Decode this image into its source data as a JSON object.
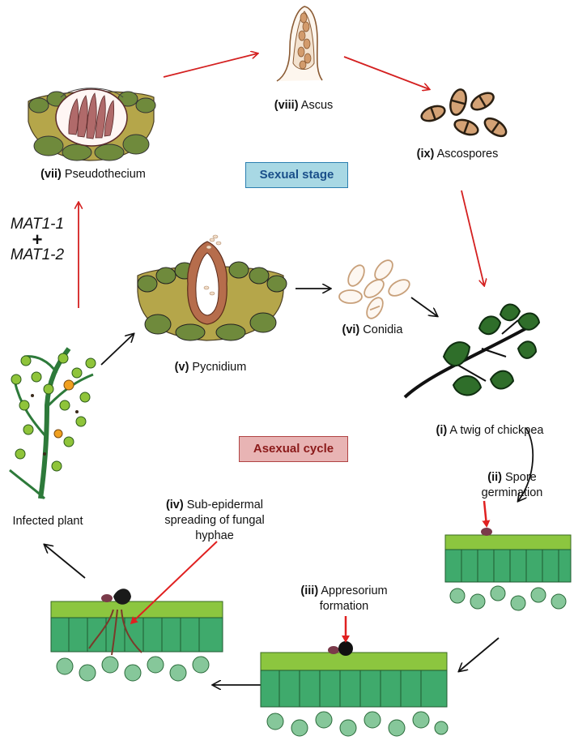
{
  "stages": {
    "sexual": {
      "label": "Sexual stage",
      "fill": "#a8d8e4",
      "stroke": "#2b7fb0",
      "color": "#1a4f8a"
    },
    "asexual": {
      "label": "Asexual cycle",
      "fill": "#e8b4b4",
      "stroke": "#b04444",
      "color": "#8b1a1a"
    }
  },
  "mating": {
    "gene1": "MAT1-1",
    "plus": "+",
    "gene2": "MAT1-2"
  },
  "labels": {
    "i": {
      "num": "(i)",
      "text": " A twig of chickpea"
    },
    "ii": {
      "num": "(ii)",
      "line1": " Spore",
      "line2": "germination"
    },
    "iii": {
      "num": "(iii)",
      "line1": " Appresorium",
      "line2": "formation"
    },
    "iv": {
      "num": "(iv)",
      "line1": " Sub-epidermal",
      "line2": "spreading of fungal",
      "line3": "hyphae"
    },
    "infected": {
      "text": "Infected plant"
    },
    "v": {
      "num": "(v)",
      "text": " Pycnidium"
    },
    "vi": {
      "num": "(vi)",
      "text": " Conidia"
    },
    "vii": {
      "num": "(vii)",
      "text": " Pseudothecium"
    },
    "viii": {
      "num": "(viii)",
      "text": " Ascus"
    },
    "ix": {
      "num": "(ix)",
      "text": " Ascospores"
    }
  },
  "colors": {
    "sexual_arrow": "#d42020",
    "asexual_arrow": "#111111",
    "leaf": "#2e6b2a",
    "tissue_green": "#3f9a55",
    "tissue_top": "#7fc04a",
    "fruit_body": "#b9a64a",
    "spore": "#d9a77a"
  }
}
